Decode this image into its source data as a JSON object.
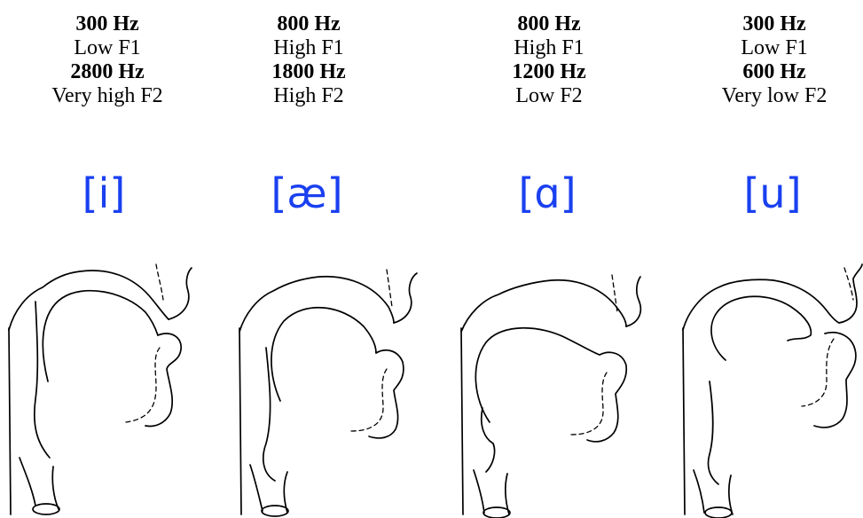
{
  "columns": [
    {
      "f1_value": "300 Hz",
      "f1_desc": "Low F1",
      "f2_value": "2800 Hz",
      "f2_desc": "Very high F2",
      "vowel": "i"
    },
    {
      "f1_value": "800 Hz",
      "f1_desc": "High F1",
      "f2_value": "1800 Hz",
      "f2_desc": "High F2",
      "vowel": "æ"
    },
    {
      "f1_value": "800 Hz",
      "f1_desc": "High F1",
      "f2_value": "1200 Hz",
      "f2_desc": "Low F2",
      "vowel": "ɑ"
    },
    {
      "f1_value": "300 Hz",
      "f1_desc": "Low F1",
      "f2_value": "600 Hz",
      "f2_desc": "Very low F2",
      "vowel": "u"
    }
  ],
  "colors": {
    "vowel_symbol": "#1a40f0",
    "line": "#000000"
  }
}
